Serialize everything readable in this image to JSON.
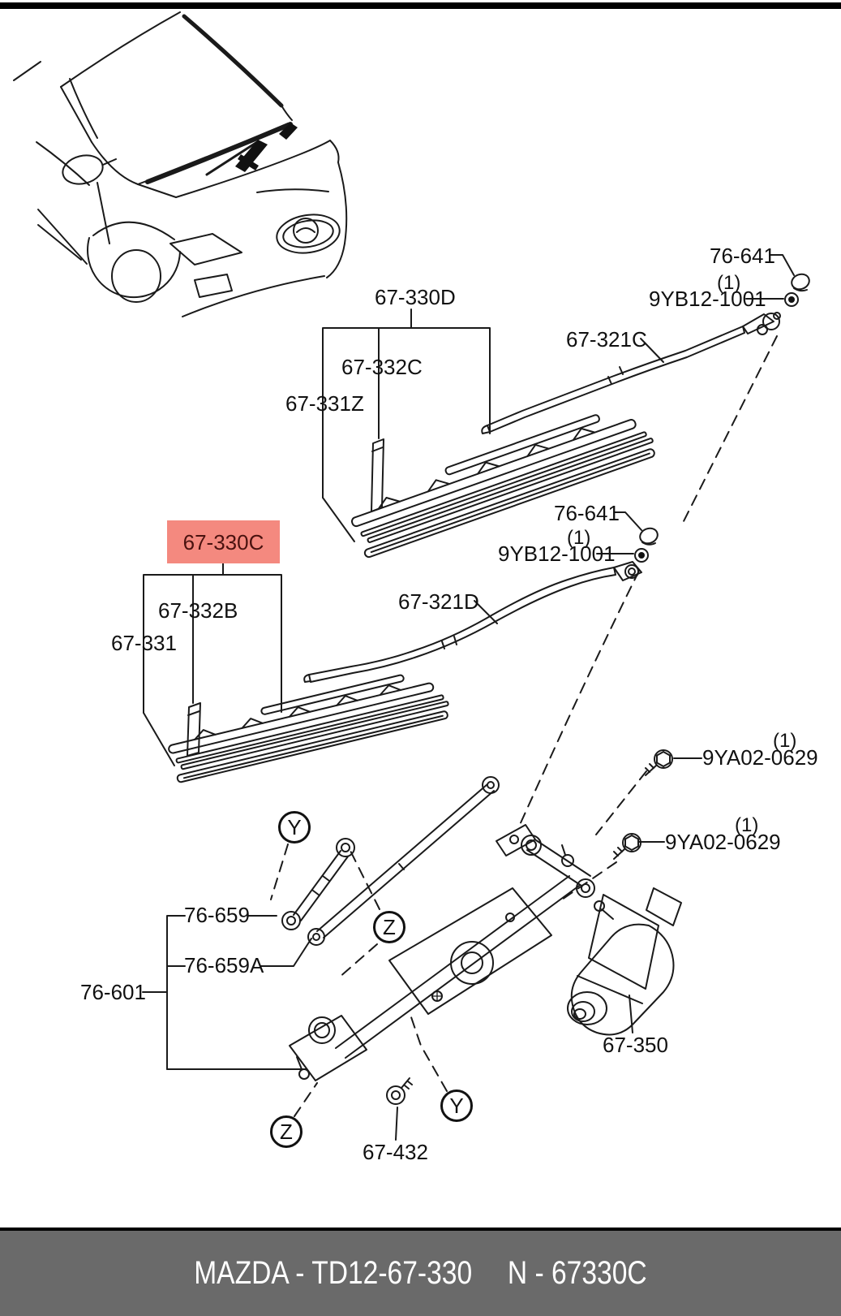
{
  "page": {
    "footer": {
      "brand_code": "MAZDA - TD12-67-330",
      "ref_code": "N - 67330C"
    },
    "highlight": {
      "part": "67-330C",
      "color": "#f4897f"
    }
  },
  "labels": {
    "l67_330D": "67-330D",
    "l67_332C": "67-332C",
    "l67_331Z": "67-331Z",
    "l67_321C": "67-321C",
    "l76_641_top": "76-641",
    "qty_top": "(1)",
    "l9YB12_top": "9YB12-1001",
    "l67_330C": "67-330C",
    "l67_332B": "67-332B",
    "l67_331": "67-331",
    "l67_321D": "67-321D",
    "l76_641_mid": "76-641",
    "qty_mid": "(1)",
    "l9YB12_mid": "9YB12-1001",
    "l9YA02_a": "9YA02-0629",
    "qty_a": "(1)",
    "l9YA02_b": "9YA02-0629",
    "qty_b": "(1)",
    "l76_659": "76-659",
    "l76_659A": "76-659A",
    "l76_601": "76-601",
    "l67_350": "67-350",
    "l67_432": "67-432"
  },
  "markers": {
    "y": "Y",
    "z": "Z"
  }
}
